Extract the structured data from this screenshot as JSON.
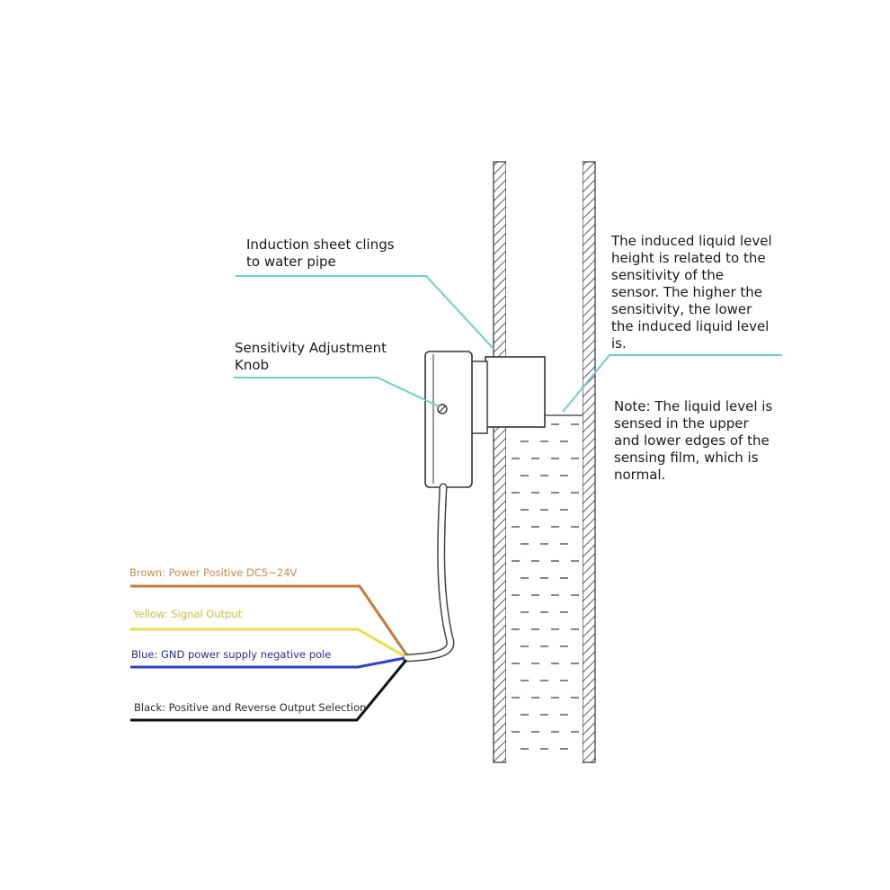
{
  "callouts": {
    "induction_sheet": [
      "Induction sheet clings",
      "to water pipe"
    ],
    "sensitivity_knob": [
      "Sensitivity Adjustment",
      "Knob"
    ],
    "liquid_level_height": [
      "The induced liquid level",
      "height is related to the",
      "sensitivity of the",
      "sensor. The higher the",
      "sensitivity, the lower",
      "the induced liquid level",
      "is."
    ],
    "note": [
      "Note: The liquid level is",
      "sensed in the upper",
      "and lower edges of the",
      "sensing film, which is",
      "normal."
    ]
  },
  "wires": [
    {
      "label": "Brown: Power Positive DC5~24V",
      "color": "#c57a3a",
      "text_color": "#c98a55"
    },
    {
      "label": "Yellow: Signal Output",
      "color": "#e6e04a",
      "text_color": "#c9c23e"
    },
    {
      "label": "Blue: GND power supply negative pole",
      "color": "#2f3fc7",
      "text_color": "#2b2e8a"
    },
    {
      "label": "Black: Positive and Reverse Output Selection",
      "color": "#111111",
      "text_color": "#2a2a2a"
    }
  ],
  "colors": {
    "leader": "#6fcfc4",
    "outline": "#333333",
    "water_dash": "#444444"
  }
}
